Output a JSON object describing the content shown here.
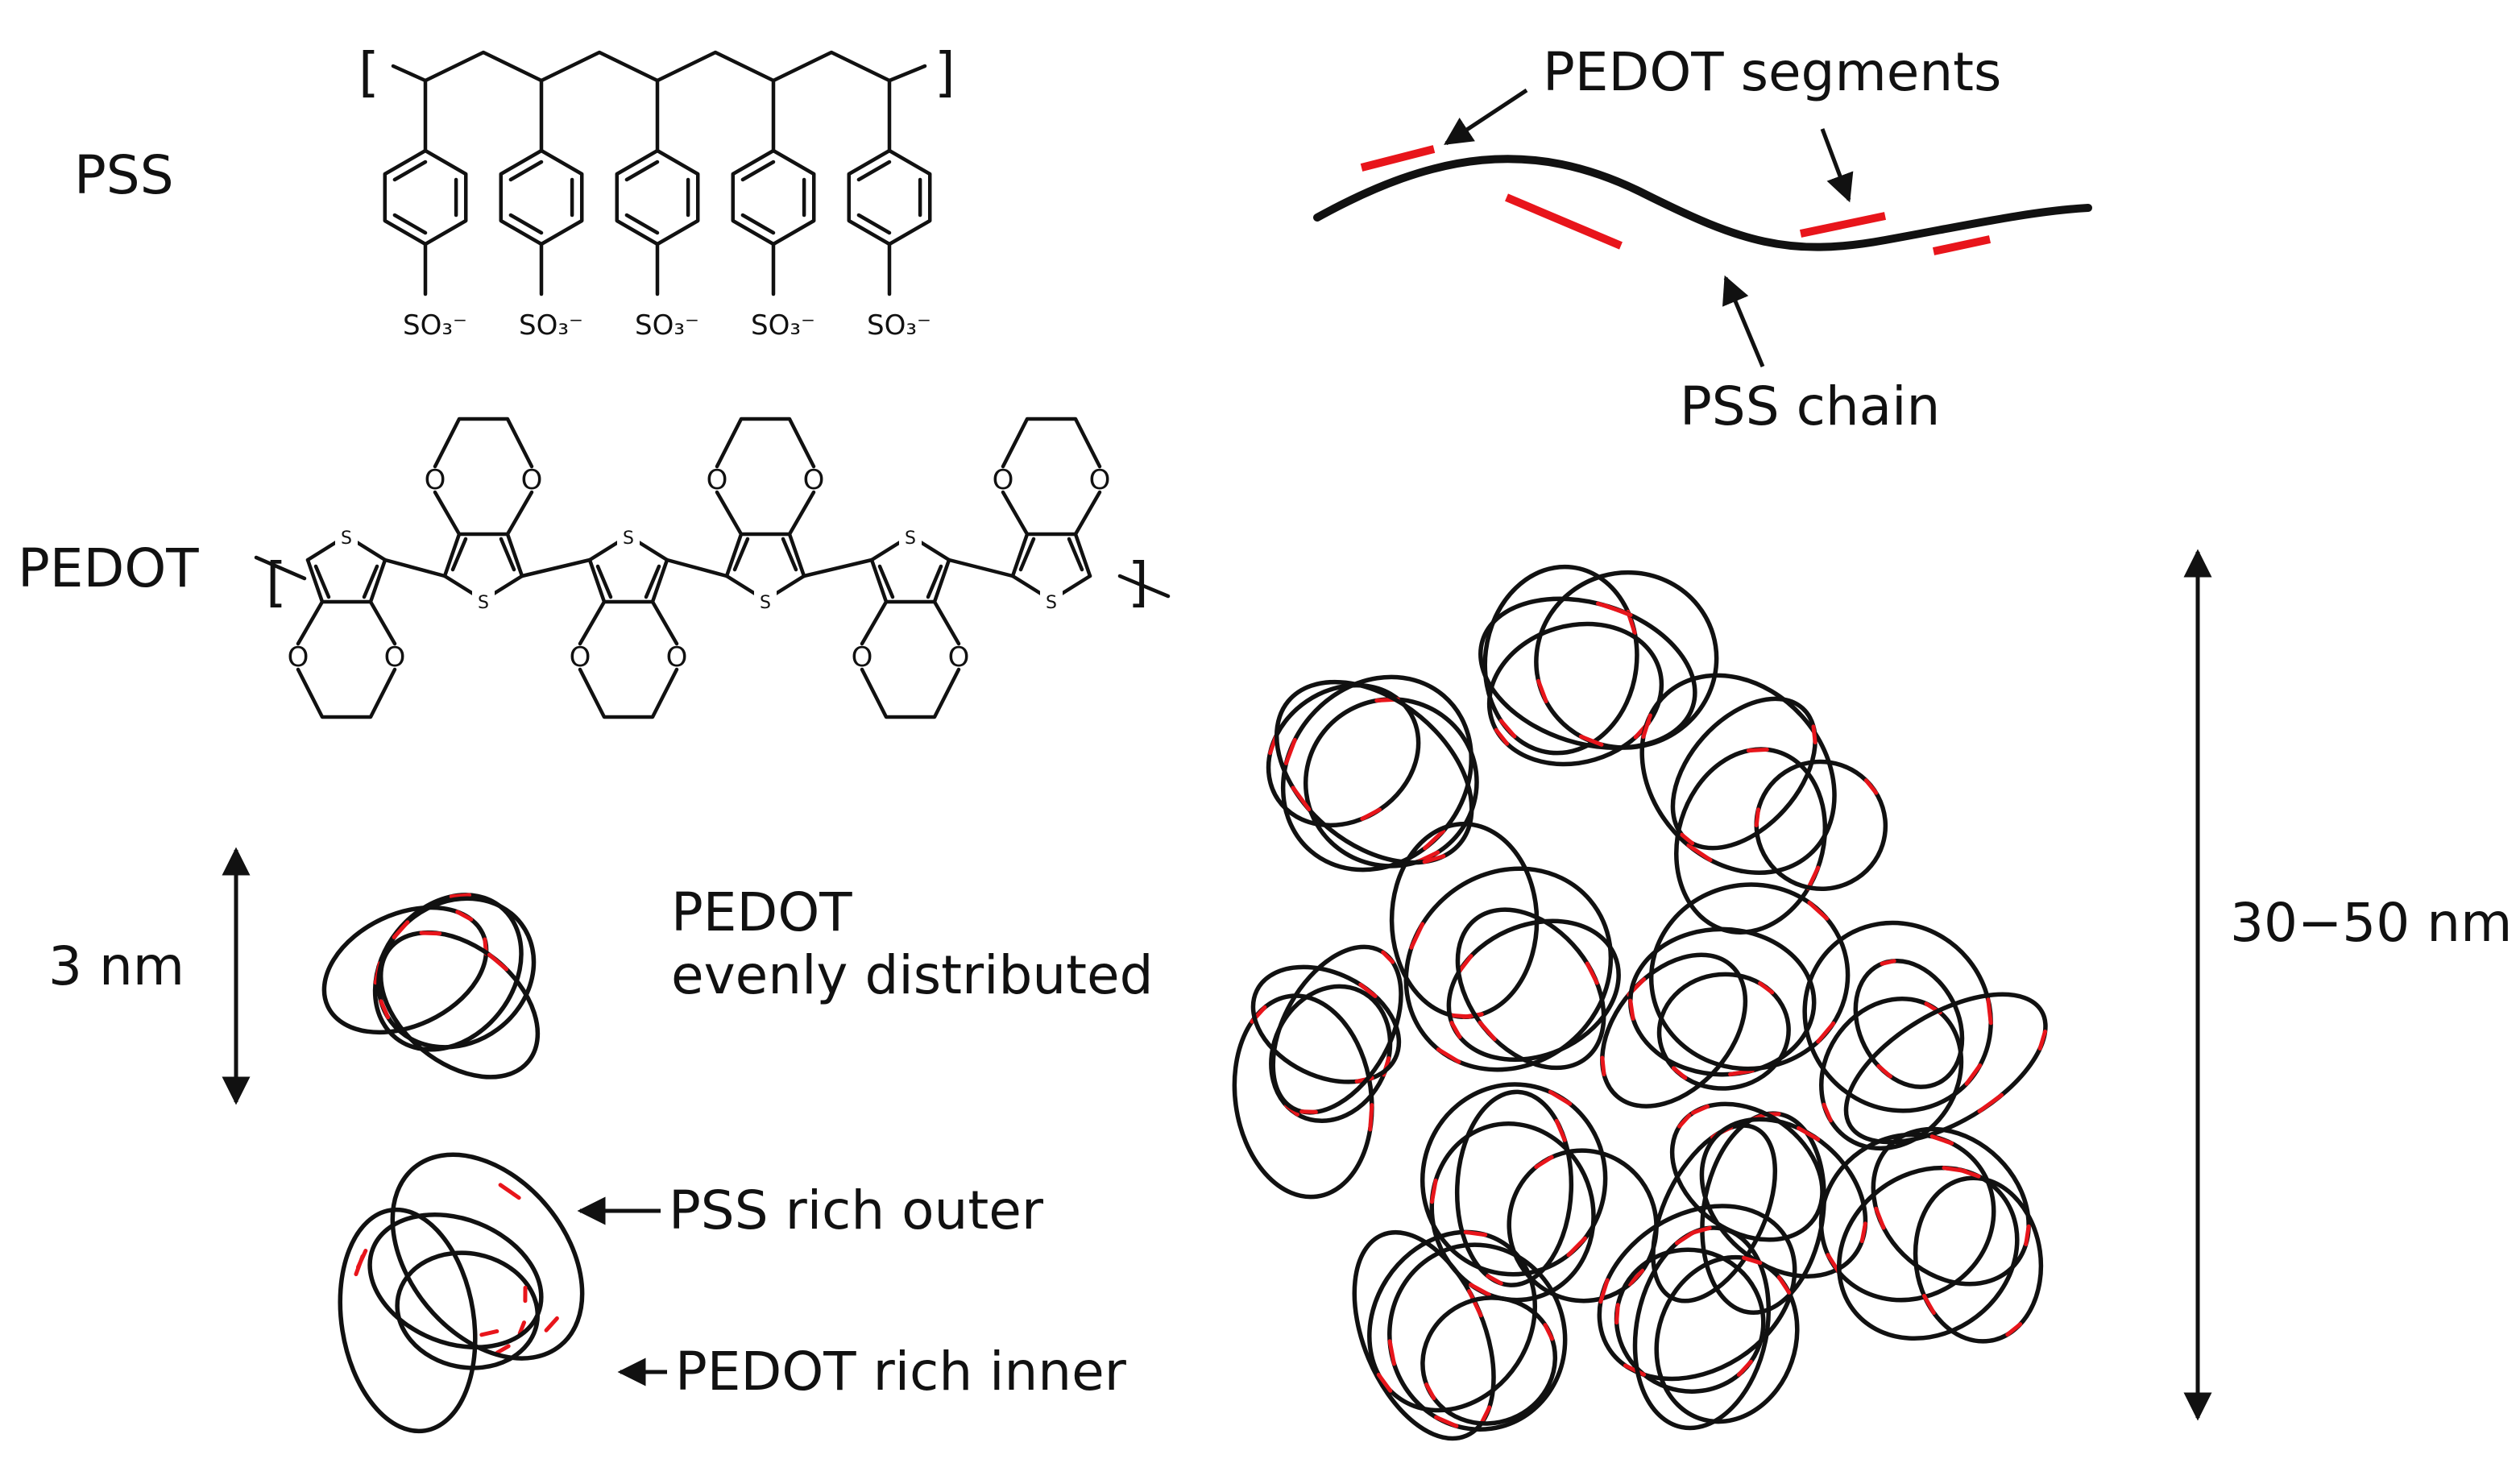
{
  "labels": {
    "pss": "PSS",
    "pedot": "PEDOT",
    "sulfonate": "SO₃⁻",
    "thiophene_s": "S",
    "ether_o": "O",
    "bracket_open": "[",
    "bracket_close": "]",
    "pedot_segments": "PEDOT segments",
    "pss_chain": "PSS chain",
    "size_small": "3 nm",
    "pedot_even_line1": "PEDOT",
    "pedot_even_line2": "evenly distributed",
    "pss_rich_outer": "PSS rich outer",
    "pedot_rich_inner": "PEDOT rich inner",
    "size_large": "30−50 nm"
  },
  "colors": {
    "ink": "#111111",
    "pedot_segment": "#e8151b",
    "background": "#ffffff"
  }
}
